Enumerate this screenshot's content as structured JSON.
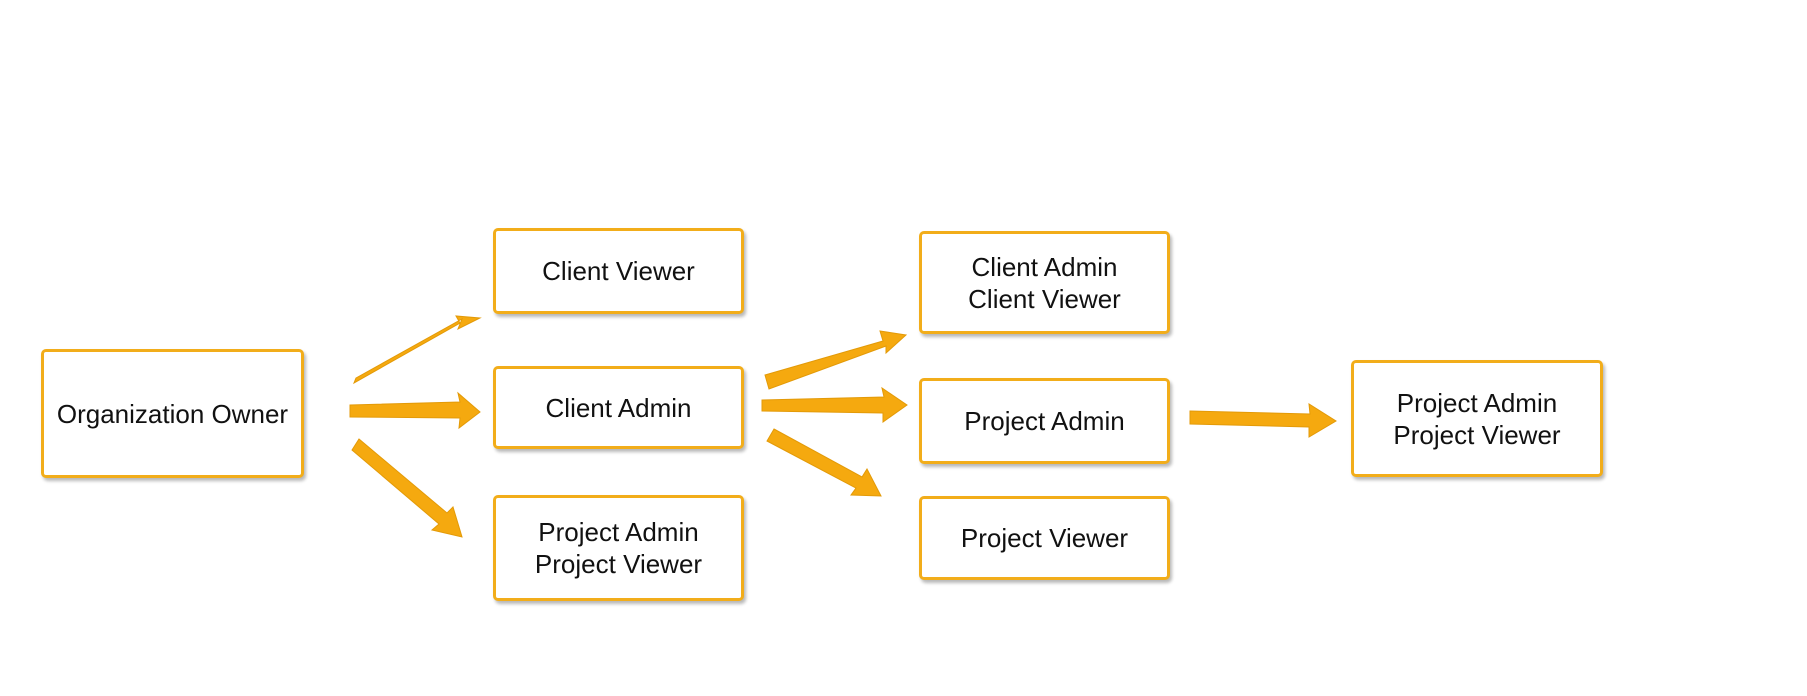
{
  "diagram": {
    "accent_color": "#f5a90f",
    "node_border_color": "#f2ad1a",
    "nodes": {
      "organization_owner": {
        "line1": "Organization Owner"
      },
      "client_viewer": {
        "line1": "Client Viewer"
      },
      "client_admin": {
        "line1": "Client Admin"
      },
      "project_admin_viewer_level1": {
        "line1": "Project Admin",
        "line2": "Project Viewer"
      },
      "client_admin_viewer": {
        "line1": "Client Admin",
        "line2": "Client Viewer"
      },
      "project_admin": {
        "line1": "Project Admin"
      },
      "project_viewer": {
        "line1": "Project Viewer"
      },
      "project_admin_viewer_level3": {
        "line1": "Project Admin",
        "line2": "Project Viewer"
      }
    },
    "edges": [
      {
        "from": "Organization Owner",
        "to": "Client Viewer"
      },
      {
        "from": "Organization Owner",
        "to": "Client Admin"
      },
      {
        "from": "Organization Owner",
        "to": "Project Admin / Project Viewer"
      },
      {
        "from": "Client Admin",
        "to": "Client Admin / Client Viewer"
      },
      {
        "from": "Client Admin",
        "to": "Project Admin"
      },
      {
        "from": "Client Admin",
        "to": "Project Viewer"
      },
      {
        "from": "Project Admin",
        "to": "Project Admin / Project Viewer"
      }
    ]
  }
}
